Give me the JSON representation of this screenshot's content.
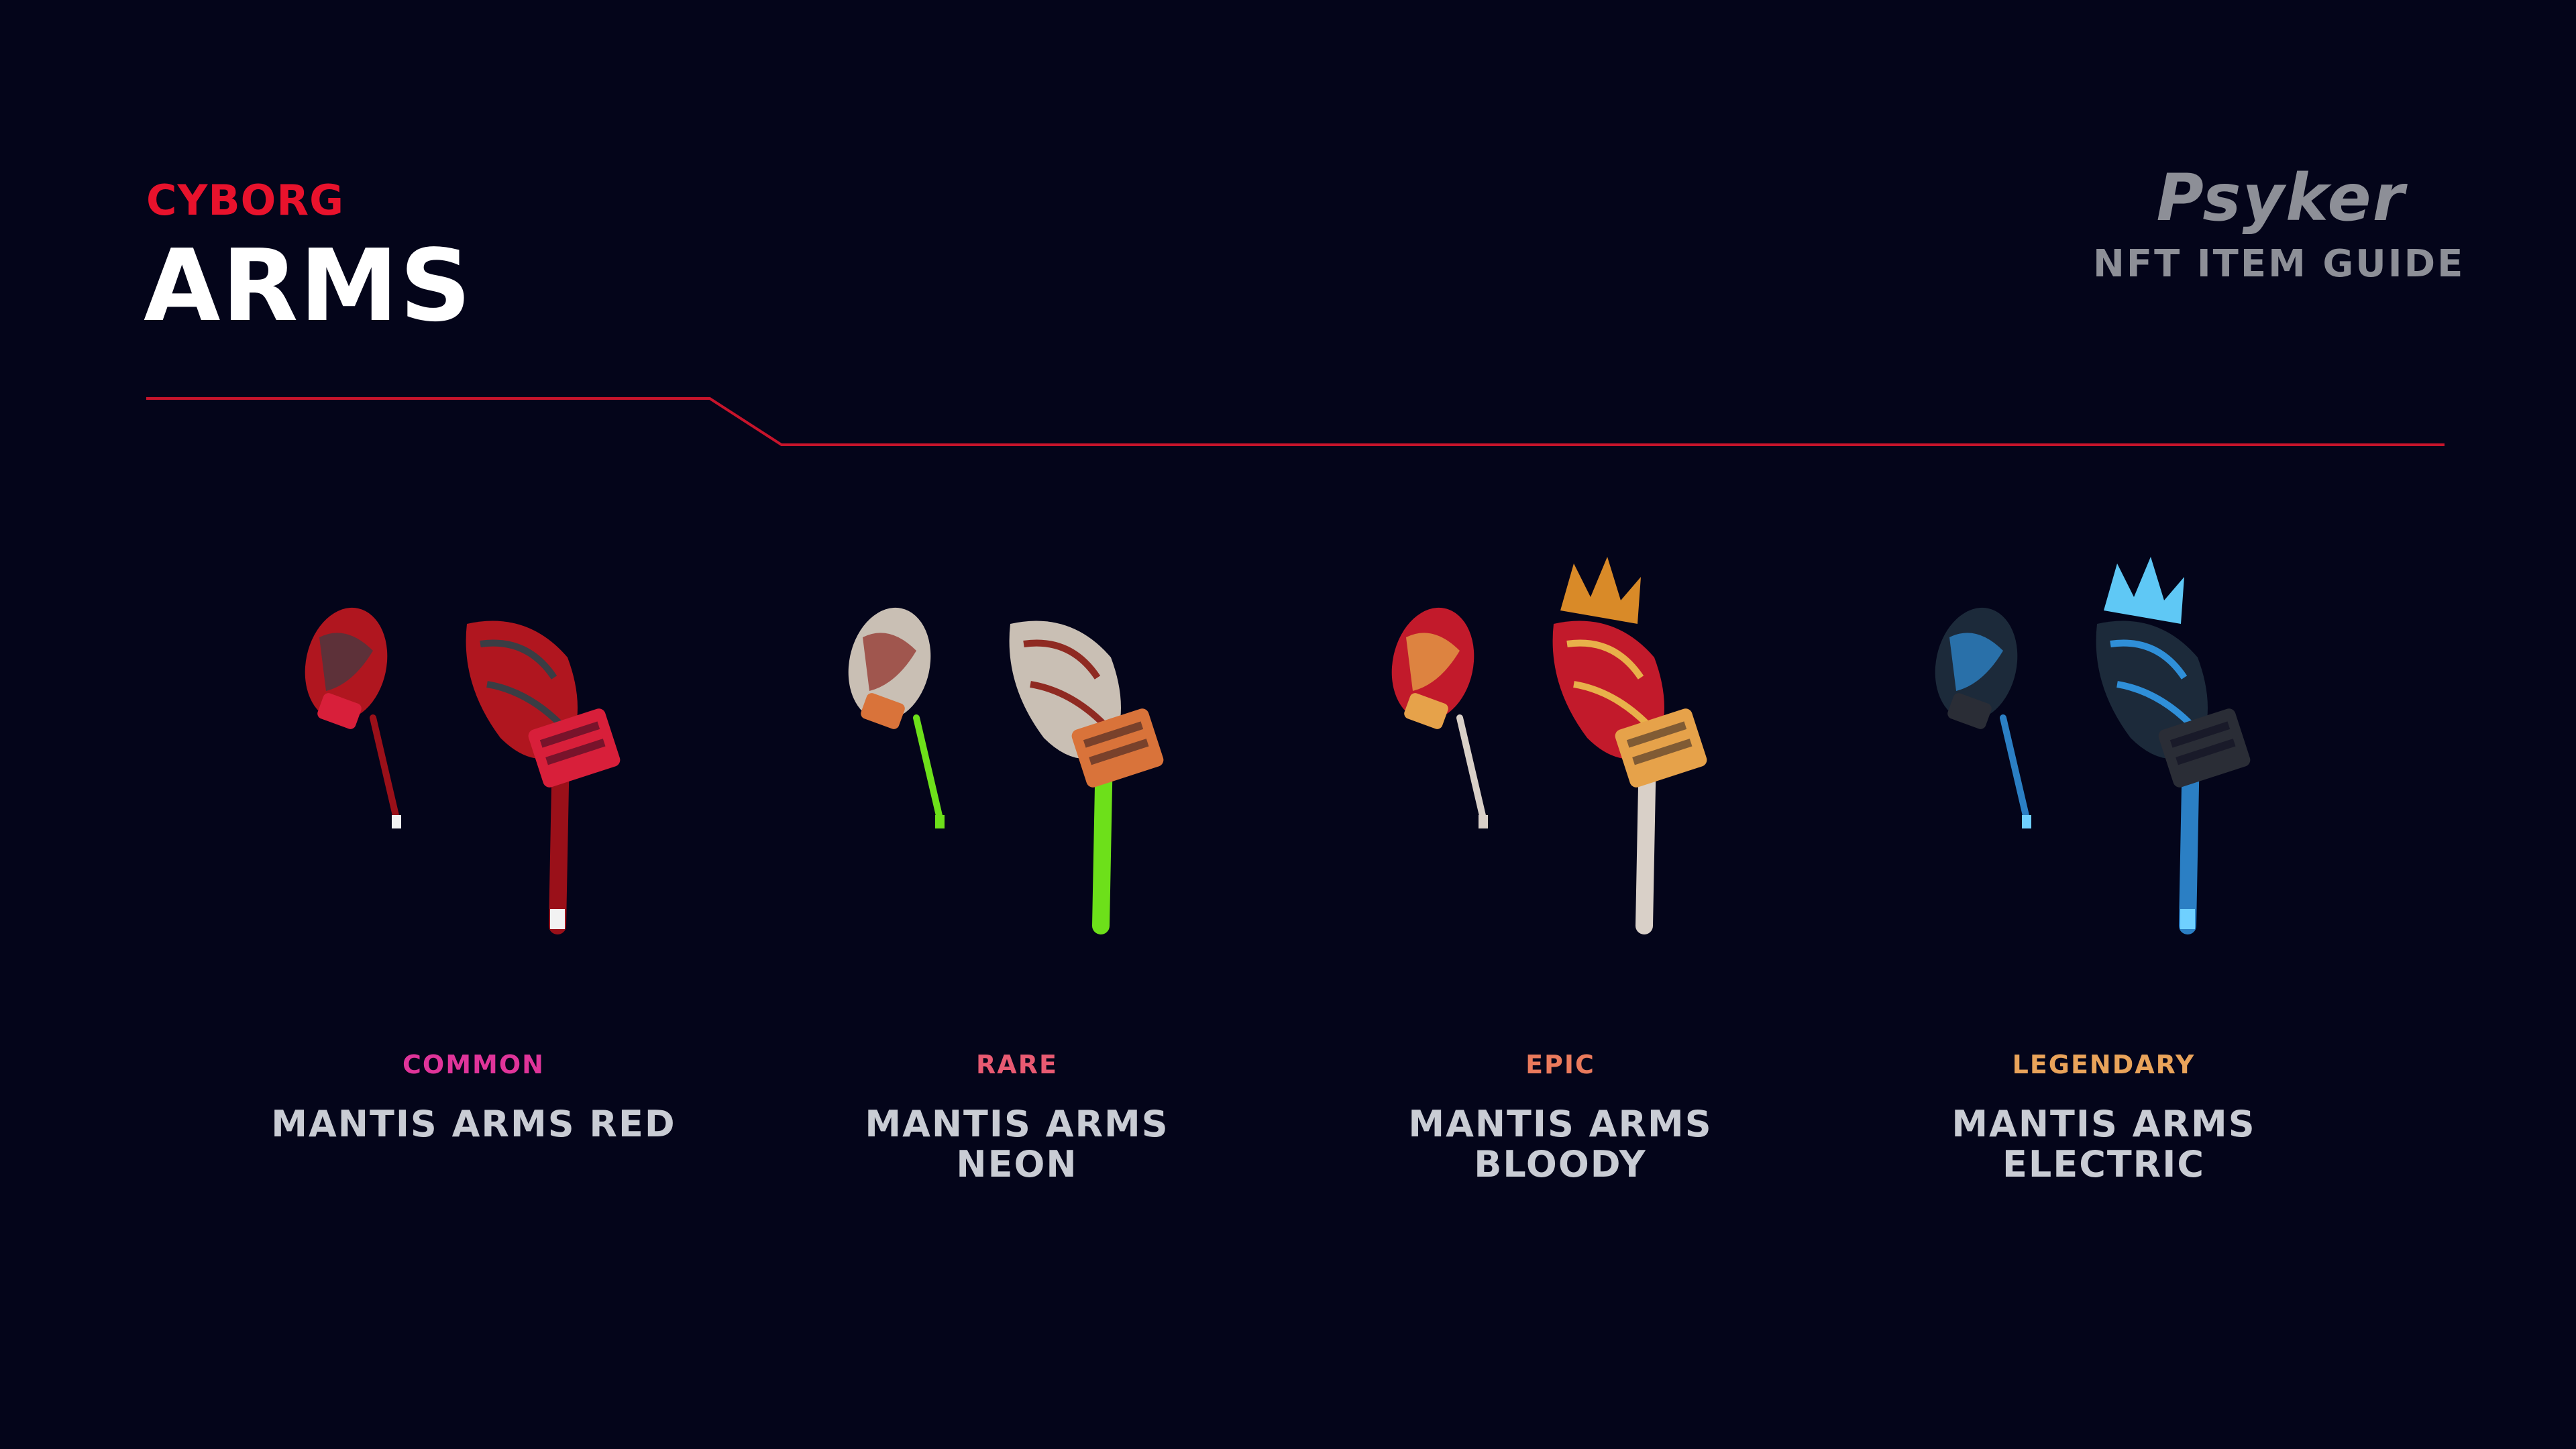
{
  "header": {
    "category": "CYBORG",
    "title": "ARMS"
  },
  "brand": {
    "logo_text": "Psyker",
    "subtitle": "NFT ITEM GUIDE"
  },
  "colors": {
    "background": "#04051a",
    "accent_red": "#e8122c",
    "divider_red": "#c7142b",
    "text_primary": "#ffffff",
    "text_secondary": "#c9ccd4",
    "brand_gray": "#8d8f97",
    "rarity_common": "#e0349a",
    "rarity_rare": "#e85a72",
    "rarity_epic": "#ea7a5c",
    "rarity_legendary": "#e9a35a"
  },
  "items": [
    {
      "rarity": "COMMON",
      "name": "MANTIS ARMS RED",
      "rarity_color": "#e0349a",
      "palette": {
        "shell": "#b0161f",
        "detail": "#3a3d44",
        "tube": "#9a1019",
        "box": "#d81f3a",
        "tip": "#f2f2f2",
        "crest": "none"
      }
    },
    {
      "rarity": "RARE",
      "name": "MANTIS ARMS\nNEON",
      "rarity_color": "#e85a72",
      "palette": {
        "shell": "#c9bfb4",
        "detail": "#8f2a22",
        "tube": "#6de01a",
        "box": "#d9733a",
        "tip": "#6de01a",
        "crest": "none"
      }
    },
    {
      "rarity": "EPIC",
      "name": "MANTIS ARMS\nBLOODY",
      "rarity_color": "#ea7a5c",
      "palette": {
        "shell": "#c21a2b",
        "detail": "#e8b04a",
        "tube": "#d9d0c8",
        "box": "#e6a24a",
        "tip": "#d9d0c8",
        "crest": "#d98a28"
      }
    },
    {
      "rarity": "LEGENDARY",
      "name": "MANTIS ARMS\nELECTRIC",
      "rarity_color": "#e9a35a",
      "palette": {
        "shell": "#1c2a3a",
        "detail": "#2f8fd8",
        "tube": "#2b7fc4",
        "box": "#2a2d36",
        "tip": "#6fd0ff",
        "crest": "#5fc8f5"
      }
    }
  ]
}
